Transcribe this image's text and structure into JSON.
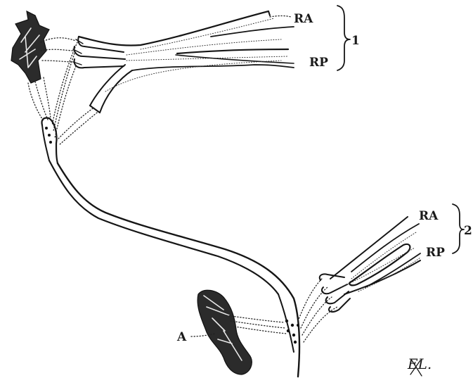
{
  "figure": {
    "labels": {
      "ra_1": "RA",
      "rp_1": "RP",
      "group_1": "1",
      "ra_2": "RA",
      "rp_2": "RP",
      "group_2": "2",
      "a": "A",
      "signature": "EL."
    }
  }
}
